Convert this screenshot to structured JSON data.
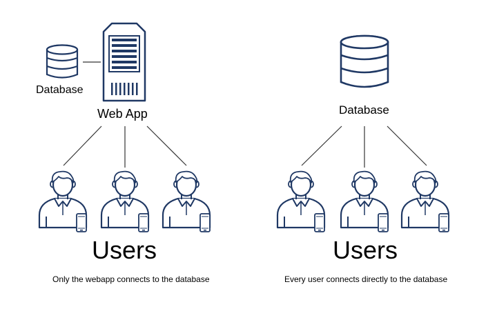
{
  "left_panel": {
    "database_label": "Database",
    "server_label": "Web App",
    "users_label": "Users",
    "caption": "Only the webapp connects to the database",
    "users": [
      {
        "icon": "user-with-phone-icon"
      },
      {
        "icon": "user-with-phone-icon"
      },
      {
        "icon": "user-with-phone-icon"
      }
    ]
  },
  "right_panel": {
    "database_label": "Database",
    "users_label": "Users",
    "caption": "Every user connects directly to the database",
    "users": [
      {
        "icon": "user-with-phone-icon"
      },
      {
        "icon": "user-with-phone-icon"
      },
      {
        "icon": "user-with-phone-icon"
      }
    ]
  },
  "colors": {
    "icon_stroke": "#1f3864",
    "icon_fill": "#ffffff",
    "connector": "#333333",
    "text": "#000000"
  }
}
